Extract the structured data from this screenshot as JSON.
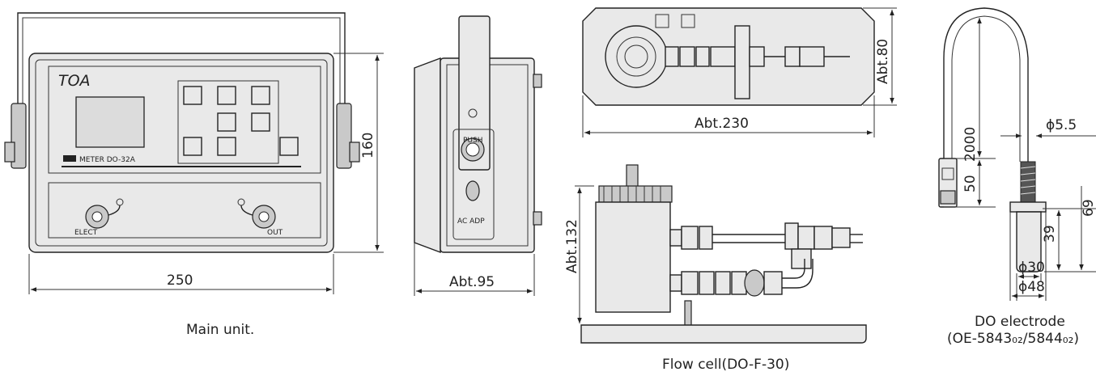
{
  "main_unit": {
    "brand": "TOA",
    "model_label": "METER  DO-32A",
    "elect_label": "ELECT",
    "out_label": "OUT",
    "width_dim": "250",
    "height_dim": "160",
    "caption": "Main unit."
  },
  "side_view": {
    "width_dim": "Abt.95",
    "push_label": "PUSH",
    "ac_label": "AC ADP"
  },
  "top_view": {
    "width_dim": "Abt.230",
    "height_dim": "Abt.80"
  },
  "flow_cell": {
    "height_dim": "Abt.132",
    "caption": "Flow cell(DO-F-30)"
  },
  "electrode": {
    "cable_len": "2000",
    "cable_dia": "ϕ5.5",
    "plug_len": "50",
    "body_len": "69",
    "tip_len": "39",
    "dia_inner": "ϕ30",
    "dia_outer": "ϕ48",
    "caption_line1": "DO  electrode",
    "caption_line2": "(OE-5843₀₂/5844₀₂)"
  }
}
